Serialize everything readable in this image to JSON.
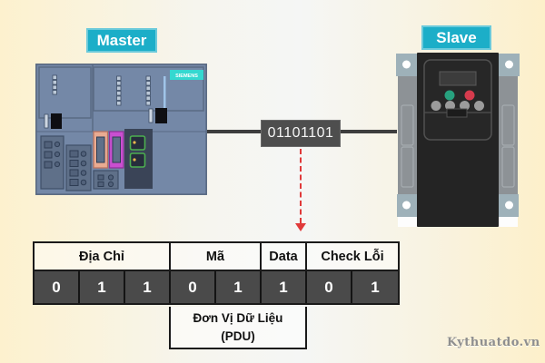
{
  "labels": {
    "master": "Master",
    "slave": "Slave"
  },
  "devices": {
    "plc_brand": "SIEMENS"
  },
  "message_frame": {
    "binary": "01101101"
  },
  "frame_table": {
    "headers": [
      {
        "label": "Địa Chỉ",
        "span": 3
      },
      {
        "label": "Mã",
        "span": 2
      },
      {
        "label": "Data",
        "span": 1
      },
      {
        "label": "Check Lỗi",
        "span": 2
      }
    ],
    "bits": [
      "0",
      "1",
      "1",
      "0",
      "1",
      "1",
      "0",
      "1"
    ],
    "pdu_label_line1": "Đơn Vị Dữ Liệu",
    "pdu_label_line2": "(PDU)"
  },
  "watermark": "Kythuatdo.vn",
  "colors": {
    "accent_cyan": "#1caec8",
    "siemens_teal": "#35d8d0",
    "frame_cell_dark": "#4a4a4a",
    "arrow_red": "#e03a3a",
    "wire_dark": "#3e3e3e",
    "background_cream": "#fdf1ce"
  }
}
